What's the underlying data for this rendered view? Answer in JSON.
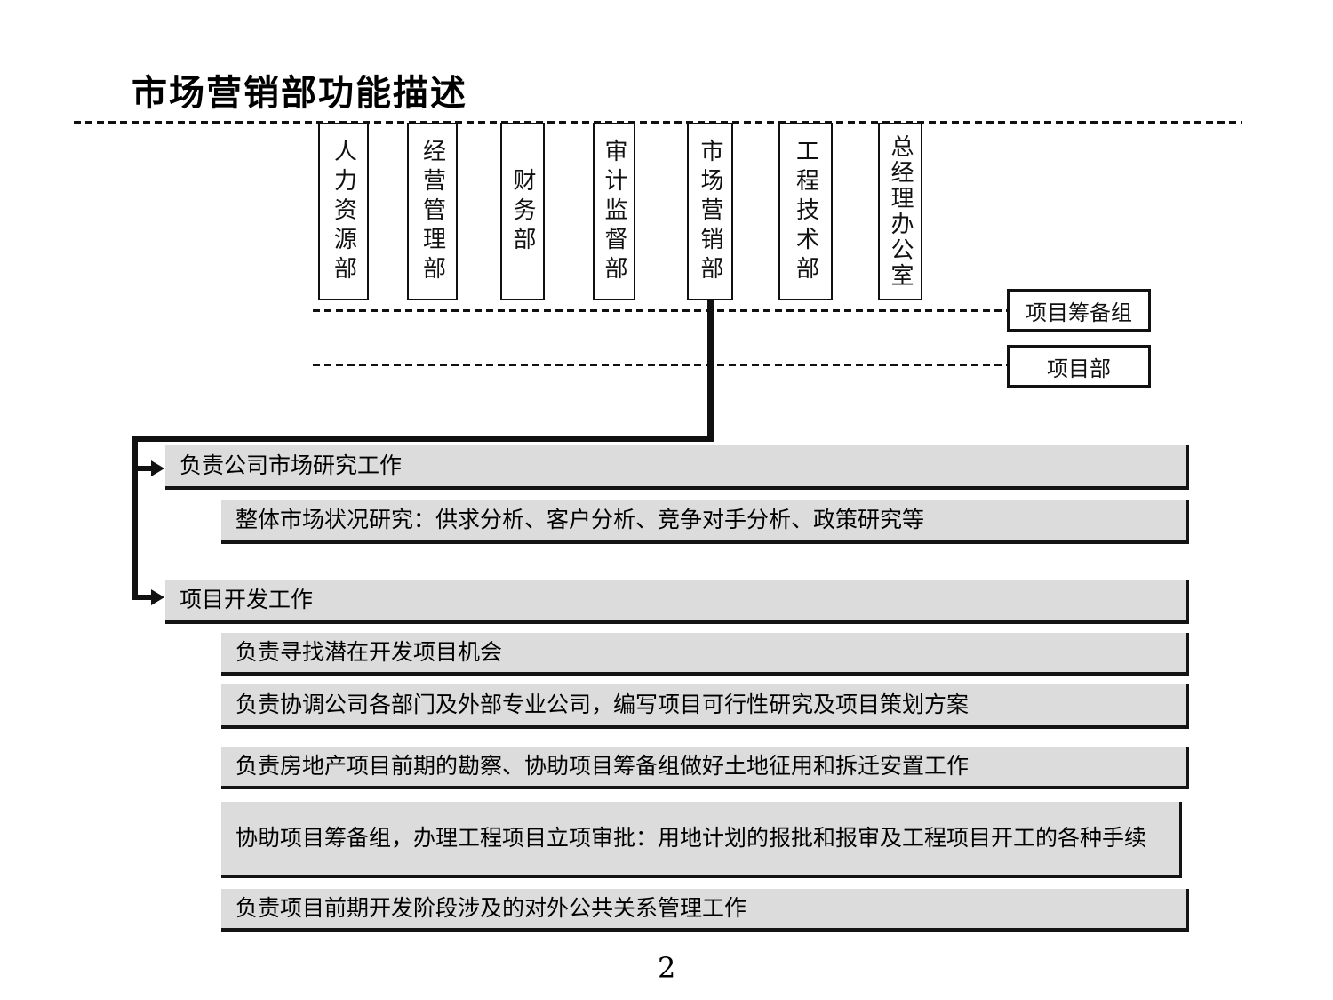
{
  "slide": {
    "title": "市场营销部功能描述",
    "page_number": "2"
  },
  "org_chart": {
    "departments": [
      {
        "label": "人力资源部"
      },
      {
        "label": "经营管理部"
      },
      {
        "label": "财务部"
      },
      {
        "label": "审计监督部"
      },
      {
        "label": "市场营销部"
      },
      {
        "label": "工程技术部"
      },
      {
        "label": "总经理办公室"
      }
    ],
    "connected_groups": [
      {
        "label": "项目筹备组"
      },
      {
        "label": "项目部"
      }
    ]
  },
  "function_bars": {
    "market_research": {
      "label": "负责公司市场研究工作"
    },
    "market_research_detail": {
      "label": "整体市场状况研究：供求分析、客户分析、竞争对手分析、政策研究等"
    },
    "project_development": {
      "label": "项目开发工作"
    },
    "project_development_items": [
      {
        "label": "负责寻找潜在开发项目机会"
      },
      {
        "label": "负责协调公司各部门及外部专业公司，编写项目可行性研究及项目策划方案"
      },
      {
        "label": "负责房地产项目前期的勘察、协助项目筹备组做好土地征用和拆迁安置工作"
      },
      {
        "label": "协助项目筹备组，办理工程项目立项审批：用地计划的报批和报审及工程项目开工的各种手续"
      },
      {
        "label": "负责项目前期开发阶段涉及的对外公共关系管理工作"
      }
    ]
  },
  "colors": {
    "bar_fill": "#dcdcdc",
    "line": "#111111",
    "background": "#ffffff"
  }
}
